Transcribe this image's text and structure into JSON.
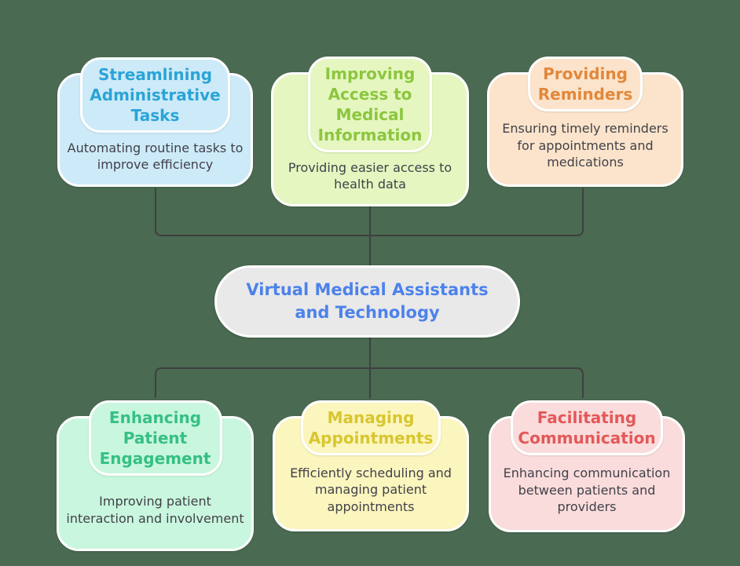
{
  "canvas": {
    "background_color": "#4a6a52",
    "connector_color": "#3f3f3f",
    "node_border_color": "#ffffff",
    "body_text_color": "#414149"
  },
  "center": {
    "label": "Virtual Medical Assistants and Technology",
    "title_color": "#4d82ea",
    "bg_color": "#e9e9e9"
  },
  "nodes": [
    {
      "title": "Streamlining Administrative Tasks",
      "description": "Automating routine tasks to improve efficiency",
      "title_color": "#2ba4d7",
      "bg_color": "#cdeaf8"
    },
    {
      "title": "Improving Access to Medical Information",
      "description": "Providing easier access to health data",
      "title_color": "#8cc63e",
      "bg_color": "#e5f6c0"
    },
    {
      "title": "Providing Reminders",
      "description": "Ensuring timely reminders for appointments and medications",
      "title_color": "#e2883b",
      "bg_color": "#fbe4cb"
    },
    {
      "title": "Enhancing Patient Engagement",
      "description": "Improving patient interaction and involvement",
      "title_color": "#35c084",
      "bg_color": "#c9f6de"
    },
    {
      "title": "Managing Appointments",
      "description": "Efficiently scheduling and managing patient appointments",
      "title_color": "#d8c62f",
      "bg_color": "#fbf5be"
    },
    {
      "title": "Facilitating Communication",
      "description": "Enhancing communication between patients and providers",
      "title_color": "#e45859",
      "bg_color": "#fadcdc"
    }
  ]
}
